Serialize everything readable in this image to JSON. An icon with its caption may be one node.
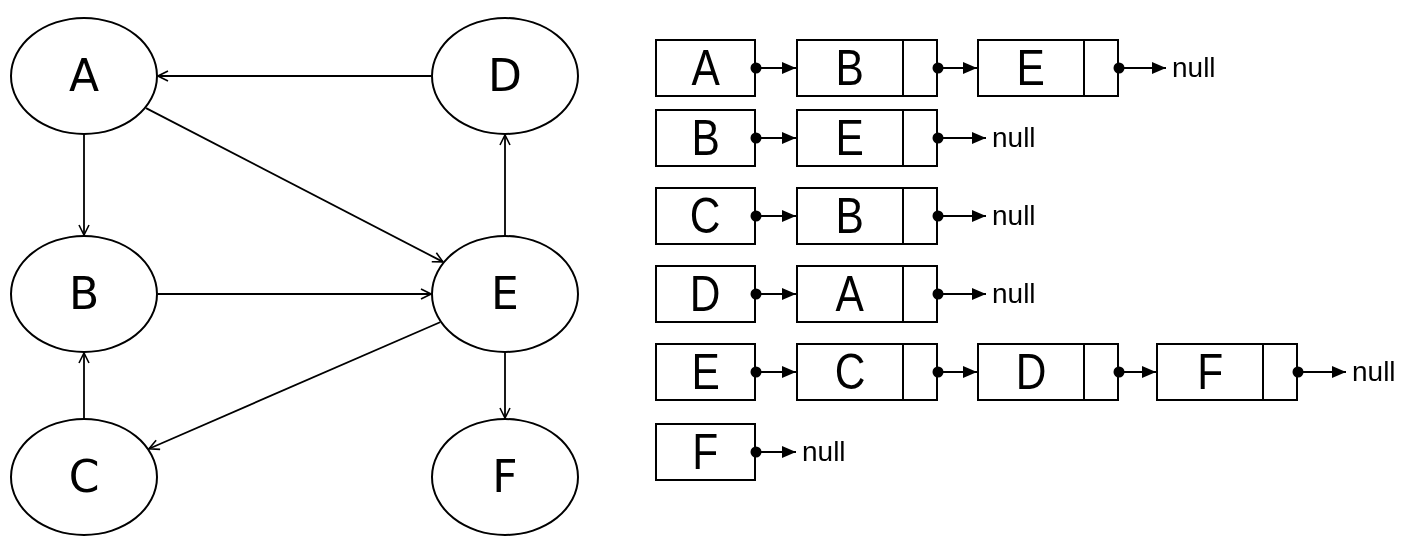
{
  "diagram": {
    "nodes": [
      {
        "text": [
          "A"
        ]
      },
      {
        "text": [
          "D"
        ]
      },
      {
        "text": [
          "B"
        ]
      },
      {
        "text": [
          "E"
        ]
      },
      {
        "text": [
          "C"
        ]
      },
      {
        "text": [
          "F"
        ]
      },
      {
        "text": [
          "A"
        ]
      },
      {
        "text": [
          "B"
        ]
      },
      {
        "text": [
          "E"
        ]
      },
      {
        "text": [
          "null"
        ]
      },
      {
        "text": [
          "B"
        ]
      },
      {
        "text": [
          "E"
        ]
      },
      {
        "text": [
          "null"
        ]
      },
      {
        "text": [
          "C"
        ]
      },
      {
        "text": [
          "B"
        ]
      },
      {
        "text": [
          "null"
        ]
      },
      {
        "text": [
          "D"
        ]
      },
      {
        "text": [
          "A"
        ]
      },
      {
        "text": [
          "null"
        ]
      },
      {
        "text": [
          "E"
        ]
      },
      {
        "text": [
          "C"
        ]
      },
      {
        "text": [
          "D"
        ]
      },
      {
        "text": [
          "F"
        ]
      },
      {
        "text": [
          "null"
        ]
      },
      {
        "text": [
          "F"
        ]
      },
      {
        "text": [
          "null"
        ]
      }
    ],
    "edges": [
      {
        "from": 1,
        "to": 0,
        "arrow": "to"
      },
      {
        "from": 0,
        "to": 2,
        "arrow": "to"
      },
      {
        "from": 0,
        "to": 3,
        "arrow": "to"
      },
      {
        "from": 2,
        "to": 3,
        "arrow": "to"
      },
      {
        "from": 3,
        "to": 1,
        "arrow": "to"
      },
      {
        "from": 3,
        "to": 5,
        "arrow": "to"
      },
      {
        "from": 4,
        "to": 2,
        "arrow": "to"
      },
      {
        "from": 3,
        "to": 4,
        "arrow": "to"
      },
      {
        "from": 6,
        "to": 7,
        "arrow": "to"
      },
      {
        "from": 7,
        "to": 8,
        "arrow": "to"
      },
      {
        "from": 8,
        "to": 9,
        "arrow": "to"
      },
      {
        "from": 10,
        "to": 11,
        "arrow": "to"
      },
      {
        "from": 11,
        "to": 12,
        "arrow": "to"
      },
      {
        "from": 13,
        "to": 14,
        "arrow": "to"
      },
      {
        "from": 14,
        "to": 15,
        "arrow": "to"
      },
      {
        "from": 16,
        "to": 17,
        "arrow": "to"
      },
      {
        "from": 17,
        "to": 18,
        "arrow": "to"
      },
      {
        "from": 19,
        "to": 20,
        "arrow": "to"
      },
      {
        "from": 20,
        "to": 21,
        "arrow": "to"
      },
      {
        "from": 21,
        "to": 22,
        "arrow": "to"
      },
      {
        "from": 22,
        "to": 23,
        "arrow": "to"
      },
      {
        "from": 24,
        "to": 25,
        "arrow": "to"
      }
    ]
  }
}
